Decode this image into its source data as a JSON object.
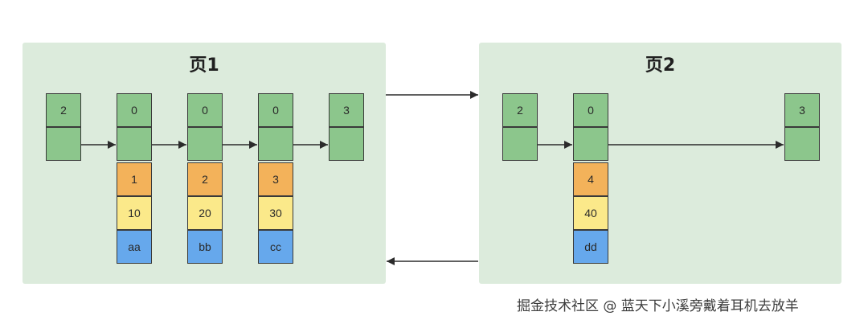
{
  "pages": [
    {
      "title": "页1",
      "records": [
        {
          "header": "2",
          "fields": []
        },
        {
          "header": "0",
          "fields": [
            {
              "value": "1",
              "color": "#f3b25a"
            },
            {
              "value": "10",
              "color": "#fbe98a"
            },
            {
              "value": "aa",
              "color": "#66a8ec"
            }
          ]
        },
        {
          "header": "0",
          "fields": [
            {
              "value": "2",
              "color": "#f3b25a"
            },
            {
              "value": "20",
              "color": "#fbe98a"
            },
            {
              "value": "bb",
              "color": "#66a8ec"
            }
          ]
        },
        {
          "header": "0",
          "fields": [
            {
              "value": "3",
              "color": "#f3b25a"
            },
            {
              "value": "30",
              "color": "#fbe98a"
            },
            {
              "value": "cc",
              "color": "#66a8ec"
            }
          ]
        },
        {
          "header": "3",
          "fields": []
        }
      ]
    },
    {
      "title": "页2",
      "records": [
        {
          "header": "2",
          "fields": []
        },
        {
          "header": "0",
          "fields": [
            {
              "value": "4",
              "color": "#f3b25a"
            },
            {
              "value": "40",
              "color": "#fbe98a"
            },
            {
              "value": "dd",
              "color": "#66a8ec"
            }
          ]
        },
        {
          "header": "3",
          "fields": []
        }
      ]
    }
  ],
  "colors": {
    "page_bg": "#dcebdc",
    "header_cell": "#8cc68c",
    "arrow": "#2b2b2b"
  },
  "watermark": "掘金技术社区 @ 蓝天下小溪旁戴着耳机去放羊"
}
